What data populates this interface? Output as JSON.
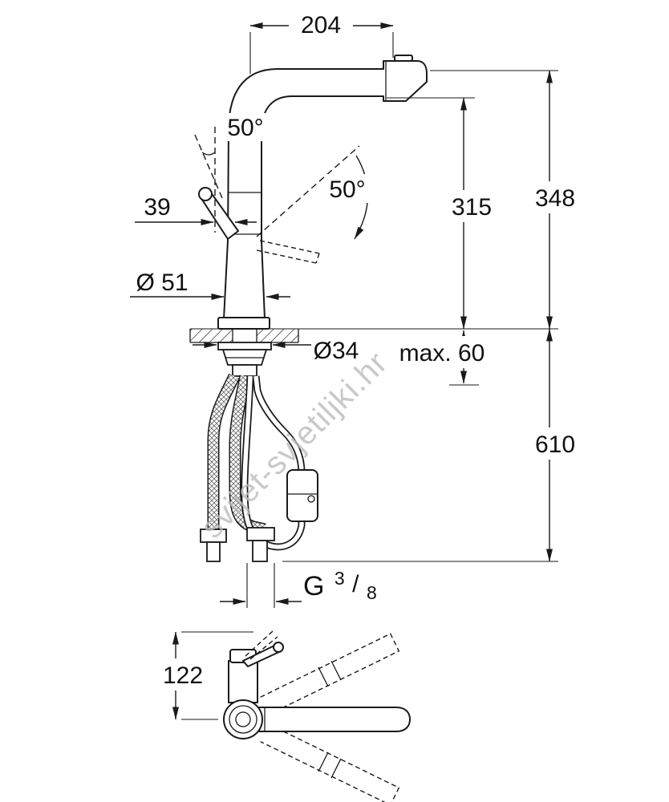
{
  "watermark": {
    "text": "svijet-svjetiljki.hr"
  },
  "main_view": {
    "dim_top_width": "204",
    "dim_handle_angle": "50°",
    "dim_swivel_angle": "50°",
    "dim_handle_width": "39",
    "dim_spout_height": "315",
    "dim_total_height": "348",
    "dim_body_diameter": "Ø 51",
    "dim_hole_diameter": "Ø34",
    "dim_counter_thickness": "max. 60",
    "dim_hose_length": "610",
    "thread": {
      "prefix": "G",
      "numerator": "3",
      "slash": "/",
      "denominator": "8"
    }
  },
  "side_view": {
    "dim_height": "122"
  }
}
